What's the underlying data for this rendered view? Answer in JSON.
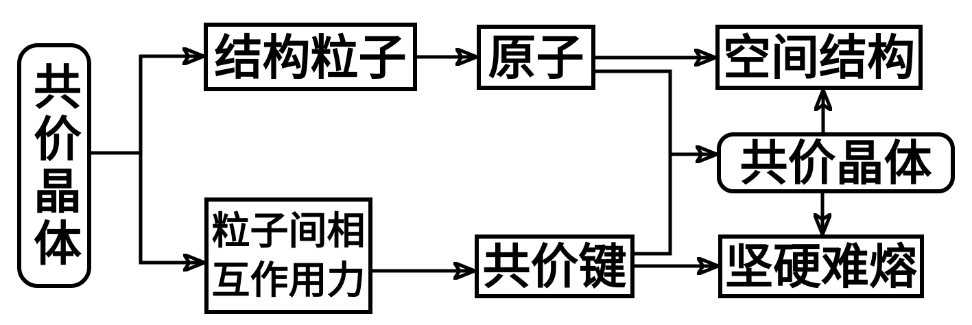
{
  "diagram": {
    "title_hint": "covalent crystal concept flowchart",
    "colors": {
      "line": "#000000",
      "background": "#ffffff",
      "text": "#000000"
    },
    "nodes": {
      "root": {
        "label": "共价晶体"
      },
      "structural_particles": {
        "label": "结构粒子"
      },
      "atom": {
        "label": "原子"
      },
      "spatial_structure": {
        "label": "空间结构"
      },
      "interaction_force": {
        "lines": [
          "粒子间相",
          "互作用力"
        ]
      },
      "covalent_bond": {
        "label": "共价键"
      },
      "covalent_crystal": {
        "label": "共价晶体"
      },
      "hard_refractory": {
        "label": "坚硬难熔"
      }
    }
  }
}
